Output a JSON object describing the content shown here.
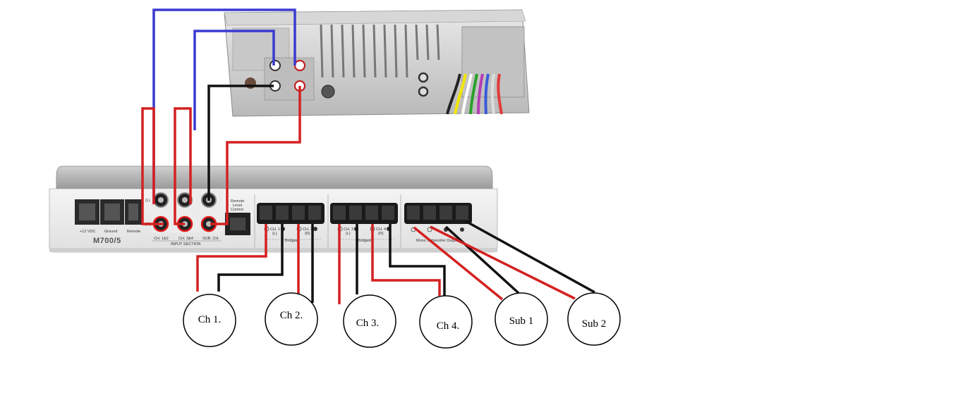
{
  "amplifier": {
    "model": "M700/5",
    "power_labels": [
      "+12 VDC",
      "Ground",
      "Remote"
    ],
    "input_labels": [
      "CH. 1&2",
      "CH. 3&4",
      "SUB. CH."
    ],
    "input_section": "INPUT SECTION",
    "rca_small_labels": [
      "(L)",
      "(R)"
    ],
    "remote_control": [
      "Remote",
      "Level",
      "Control"
    ],
    "output_group_1": {
      "ch_a": "CH. 1",
      "ch_a_side": "(L)",
      "ch_b": "CH. 2",
      "ch_b_side": "(R)",
      "bridged": "Bridged"
    },
    "output_group_2": {
      "ch_a": "CH. 3",
      "ch_a_side": "(L)",
      "ch_b": "CH. 4",
      "ch_b_side": "(R)",
      "bridged": "Bridged"
    },
    "output_group_3": {
      "label": "Mono Subwoofer Output"
    }
  },
  "speakers": [
    {
      "label": "Ch 1."
    },
    {
      "label": "Ch 2."
    },
    {
      "label": "Ch 3."
    },
    {
      "label": "Ch 4."
    },
    {
      "label": "Sub 1"
    },
    {
      "label": "Sub 2"
    }
  ],
  "wire_colors": {
    "blue": "#3a3ad0",
    "red": "#d42020",
    "black": "#111111"
  },
  "harness_colors": [
    "#222222",
    "#f3e600",
    "#ffffff",
    "#2aa02a",
    "#b43cb4",
    "#3a5ad8",
    "#dddddd",
    "#e23a3a"
  ]
}
